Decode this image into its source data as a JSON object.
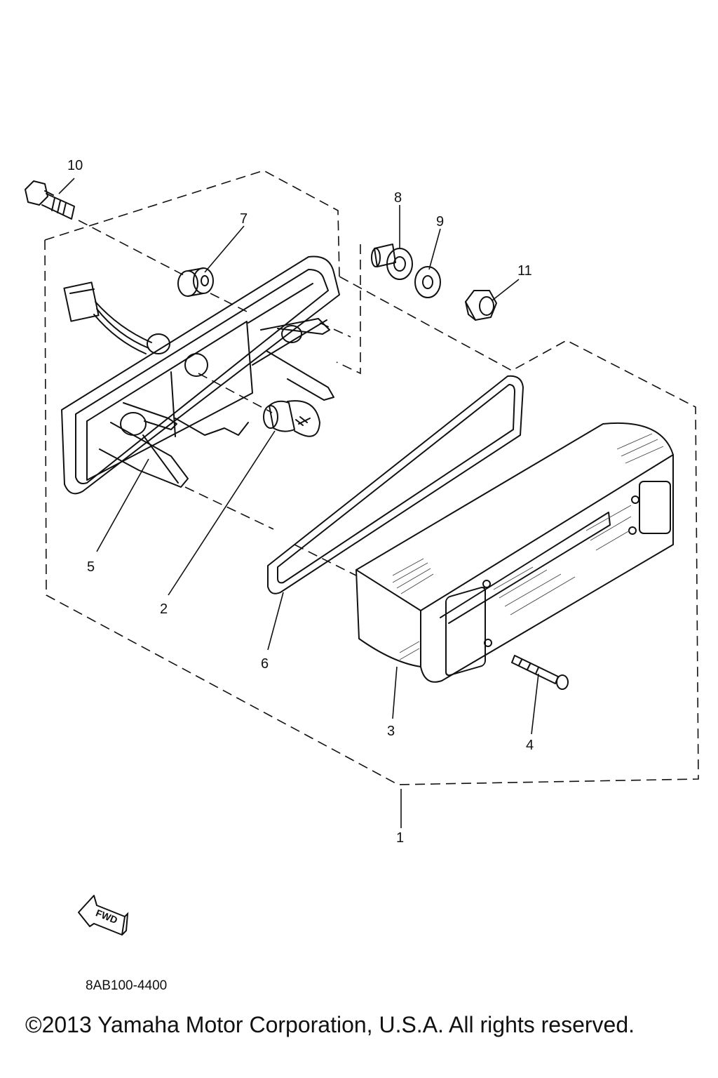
{
  "diagram": {
    "callouts": {
      "p1": "1",
      "p2": "2",
      "p3": "3",
      "p4": "4",
      "p5": "5",
      "p6": "6",
      "p7": "7",
      "p8": "8",
      "p9": "9",
      "p10": "10",
      "p11": "11"
    },
    "fwd_label": "FWD",
    "diagram_code": "8AB100-4400",
    "copyright": "©2013 Yamaha Motor Corporation, U.S.A. All rights reserved."
  }
}
